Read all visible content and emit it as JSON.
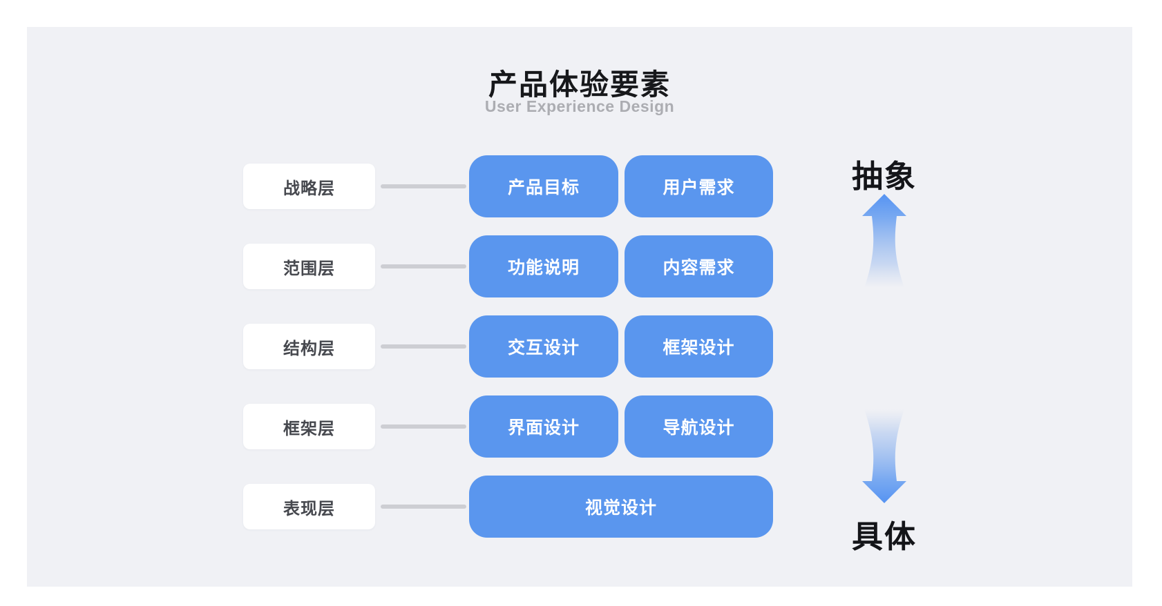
{
  "title": "产品体验要素",
  "subtitle": "User Experience Design",
  "rows": [
    {
      "label": "战略层",
      "items": [
        "产品目标",
        "用户需求"
      ]
    },
    {
      "label": "范围层",
      "items": [
        "功能说明",
        "内容需求"
      ]
    },
    {
      "label": "结构层",
      "items": [
        "交互设计",
        "框架设计"
      ]
    },
    {
      "label": "框架层",
      "items": [
        "界面设计",
        "导航设计"
      ]
    },
    {
      "label": "表现层",
      "items": [
        "视觉设计"
      ]
    }
  ],
  "axis": {
    "top_label": "抽象",
    "bottom_label": "具体"
  },
  "colors": {
    "panel_background": "#F0F1F5",
    "node_blue": "#5A96EE",
    "arrow_blue": "#4D8EF2",
    "connector_gray": "#CDCED3",
    "label_text": "#46484E",
    "subtitle_gray": "#ACADB2",
    "title_black": "#17181B"
  }
}
